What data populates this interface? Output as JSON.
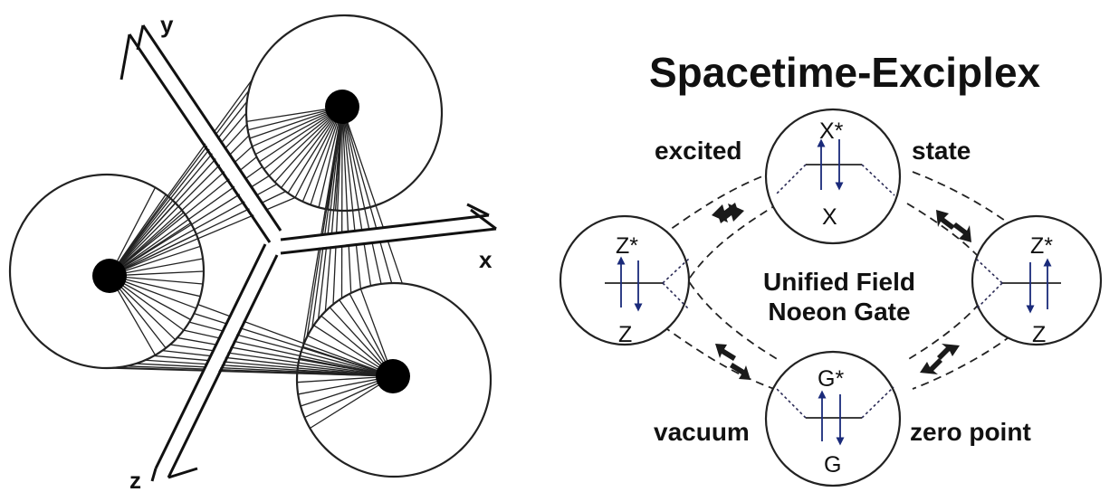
{
  "left_diagram": {
    "axis_labels": {
      "x": "x",
      "y": "y",
      "z": "z"
    }
  },
  "right_diagram": {
    "title": "Spacetime-Exciplex",
    "center_label_line1": "Unified Field",
    "center_label_line2": "Noeon Gate",
    "corner_labels": {
      "top_left": "excited",
      "top_right": "state",
      "bottom_left": "vacuum",
      "bottom_right": "zero point"
    },
    "nodes": {
      "top": {
        "upper": "X*",
        "lower": "X"
      },
      "left": {
        "upper": "Z*",
        "lower": "Z"
      },
      "right": {
        "upper": "Z*",
        "lower": "Z"
      },
      "bottom": {
        "upper": "G*",
        "lower": "G"
      }
    }
  },
  "colors": {
    "ink": "#111111",
    "arrow_blue": "#1a2a7a",
    "background": "#ffffff"
  }
}
